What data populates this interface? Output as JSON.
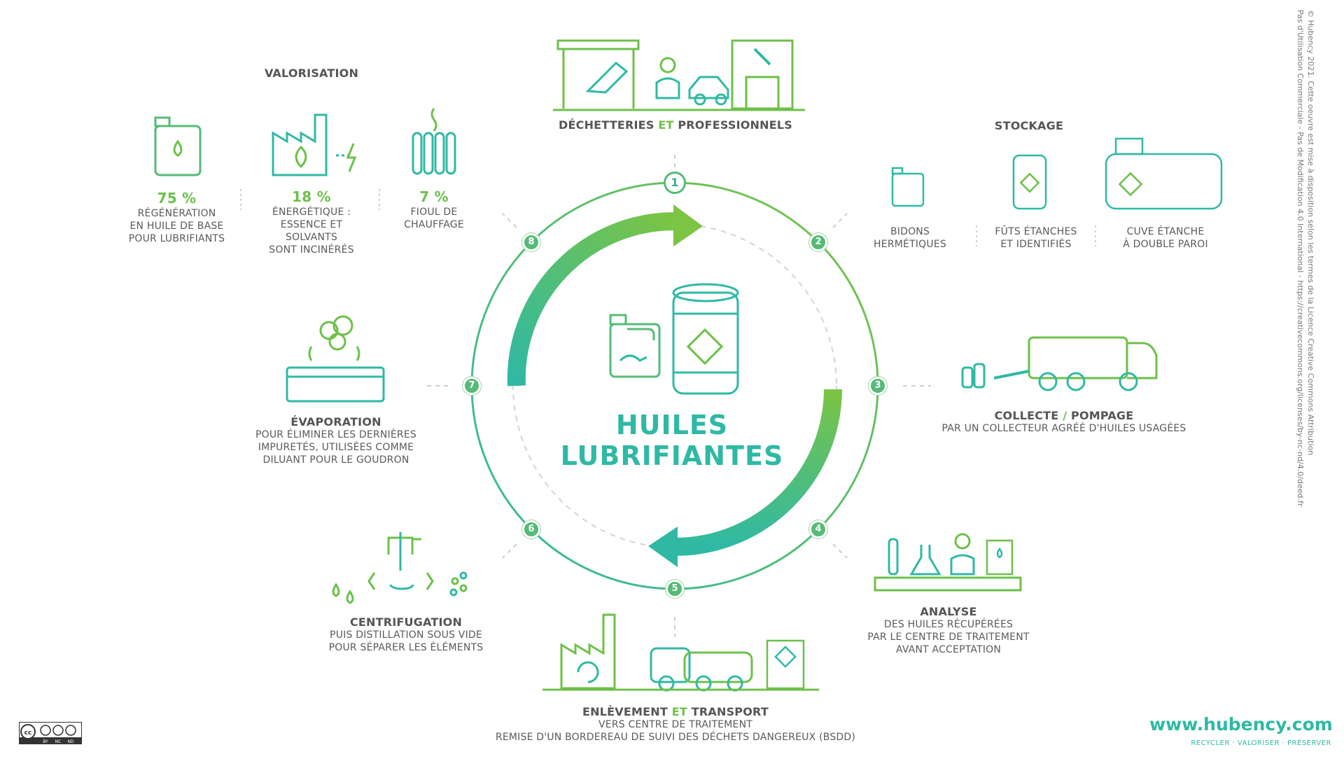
{
  "title_line1": "HUILES",
  "title_line2": "LUBRIFIANTES",
  "steps": [
    "1",
    "2",
    "3",
    "4",
    "5",
    "6",
    "7",
    "8"
  ],
  "valorisation": {
    "heading": "VALORISATION",
    "a": {
      "pct": "75 %",
      "lines": [
        "RÉGÉNÉRATION",
        "EN HUILE DE BASE",
        "POUR LUBRIFIANTS"
      ]
    },
    "b": {
      "pct": "18 %",
      "lines": [
        "ÉNERGÉTIQUE :",
        "ESSENCE ET",
        "SOLVANTS",
        "SONT INCINÉRÉS"
      ]
    },
    "c": {
      "pct": "7 %",
      "lines": [
        "FIOUL DE",
        "CHAUFFAGE"
      ]
    }
  },
  "decheteries": {
    "w1": "DÉCHETTERIES",
    "w2": "ET",
    "w3": "PROFESSIONNELS"
  },
  "stockage": {
    "heading": "STOCKAGE",
    "a": [
      "BIDONS",
      "HERMÉTIQUES"
    ],
    "b": [
      "FÛTS ÉTANCHES",
      "ET IDENTIFIÉS"
    ],
    "c": [
      "CUVE ÉTANCHE",
      "À DOUBLE PAROI"
    ]
  },
  "collecte": {
    "w1": "COLLECTE",
    "w2": "/",
    "w3": "POMPAGE",
    "sub": "PAR UN COLLECTEUR AGRÉÉ D'HUILES USAGÉES"
  },
  "analyse": {
    "heading": "ANALYSE",
    "lines": [
      "DES HUILES RÉCUPÉRÉES",
      "PAR LE CENTRE DE TRAITEMENT",
      "AVANT ACCEPTATION"
    ]
  },
  "enlevement": {
    "w1": "ENLÈVEMENT",
    "w2": "ET",
    "w3": "TRANSPORT",
    "lines": [
      "VERS CENTRE DE TRAITEMENT",
      "REMISE D'UN BORDEREAU DE SUIVI DES DÉCHETS DANGEREUX (BSDD)"
    ]
  },
  "centrifugation": {
    "heading": "CENTRIFUGATION",
    "lines": [
      "PUIS DISTILLATION SOUS VIDE",
      "POUR SÉPARER LES ÉLÉMENTS"
    ]
  },
  "evaporation": {
    "heading": "ÉVAPORATION",
    "lines": [
      "POUR ÉLIMINER LES DERNIÈRES",
      "IMPURETÉS, UTILISÉES COMME",
      "DILUANT POUR LE GOUDRON"
    ]
  },
  "license": {
    "line1": "© Hubency 2021. Cette oeuvre est mise à disposition selon les termes de la Licence Creative Commons Attribution",
    "line2": "Pas d'Utilisation Commerciale - Pas de Modification 4.0 International - https://creativecommons.org/licenses/by-nc-nd/4.0/deed.fr"
  },
  "cc_badge": [
    "cc",
    "BY",
    "NC",
    "ND"
  ],
  "website": "www.hubency.com",
  "tagline": "RECYCLER · VALORISER · PRÉSERVER",
  "colors": {
    "green": "#6cc04a",
    "teal": "#2fb9a4",
    "text": "#5a5a5a"
  },
  "icons": [
    "jerrycan-icon",
    "factory-icon",
    "radiator-icon",
    "shelter-icon",
    "worker-icon",
    "car-icon",
    "garage-icon",
    "drum-icon",
    "tank-icon",
    "truck-icon",
    "lab-icon",
    "document-icon",
    "centrifuge-icon",
    "evaporation-icon",
    "cycle-arrow-icon"
  ]
}
